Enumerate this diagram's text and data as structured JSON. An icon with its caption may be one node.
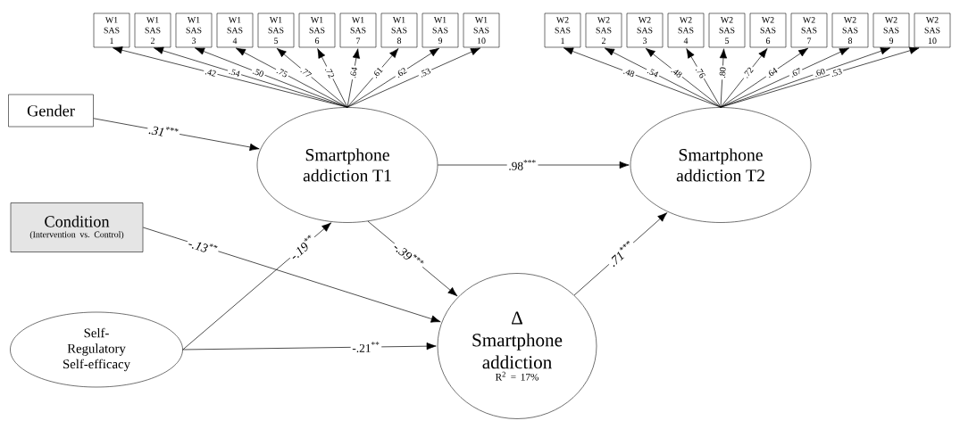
{
  "diagram": {
    "nodes": [
      {
        "text": [
          "W1 SAS 1"
        ]
      },
      {
        "text": [
          "W1 SAS 2"
        ]
      },
      {
        "text": [
          "W1 SAS 3"
        ]
      },
      {
        "text": [
          "W1 SAS 4"
        ]
      },
      {
        "text": [
          "W1 SAS 5"
        ]
      },
      {
        "text": [
          "W1 SAS 6"
        ]
      },
      {
        "text": [
          "W1 SAS 7"
        ]
      },
      {
        "text": [
          "W1 SAS 8"
        ]
      },
      {
        "text": [
          "W1 SAS 9"
        ]
      },
      {
        "text": [
          "W1 SAS 10"
        ]
      },
      {
        "text": [
          "W2 SAS 1"
        ]
      },
      {
        "text": [
          "W2 SAS 2"
        ]
      },
      {
        "text": [
          "W2 SAS 3"
        ]
      },
      {
        "text": [
          "W2 SAS 4"
        ]
      },
      {
        "text": [
          "W2 SAS 5"
        ]
      },
      {
        "text": [
          "W2 SAS 6"
        ]
      },
      {
        "text": [
          "W2 SAS 7"
        ]
      },
      {
        "text": [
          "W2 SAS 8"
        ]
      },
      {
        "text": [
          "W2 SAS 9"
        ]
      },
      {
        "text": [
          "W2 SAS 10"
        ]
      },
      {
        "text": [
          "Gender"
        ]
      },
      {
        "text": [
          "Smartphone addiction T1"
        ]
      },
      {
        "text": [
          "Smartphone addiction T2"
        ]
      },
      {
        "text": [
          "Condition",
          "(Intervention vs. Control)"
        ]
      },
      {
        "text": [
          "Self-Regulatory Self-efficacy"
        ]
      },
      {
        "text": [
          "Δ Smartphone addiction",
          "R$^{2}$ = 17%"
        ]
      }
    ],
    "edges": [
      {
        "from": 21,
        "to": 0,
        "arrow": "to",
        "label": ".42"
      },
      {
        "from": 21,
        "to": 1,
        "arrow": "to",
        "label": ".54"
      },
      {
        "from": 21,
        "to": 2,
        "arrow": "to",
        "label": ".50"
      },
      {
        "from": 21,
        "to": 3,
        "arrow": "to",
        "label": ".75"
      },
      {
        "from": 21,
        "to": 4,
        "arrow": "to",
        "label": ".77"
      },
      {
        "from": 21,
        "to": 5,
        "arrow": "to",
        "label": ".72"
      },
      {
        "from": 21,
        "to": 6,
        "arrow": "to",
        "label": ".64"
      },
      {
        "from": 21,
        "to": 7,
        "arrow": "to",
        "label": ".61"
      },
      {
        "from": 21,
        "to": 8,
        "arrow": "to",
        "label": ".62"
      },
      {
        "from": 21,
        "to": 9,
        "arrow": "to",
        "label": ".53"
      },
      {
        "from": 22,
        "to": 10,
        "arrow": "to",
        "label": ".48"
      },
      {
        "from": 22,
        "to": 11,
        "arrow": "to",
        "label": ".54"
      },
      {
        "from": 22,
        "to": 12,
        "arrow": "to",
        "label": ".48"
      },
      {
        "from": 22,
        "to": 13,
        "arrow": "to",
        "label": ".76"
      },
      {
        "from": 22,
        "to": 14,
        "arrow": "to",
        "label": ".80"
      },
      {
        "from": 22,
        "to": 15,
        "arrow": "to",
        "label": ".72"
      },
      {
        "from": 22,
        "to": 16,
        "arrow": "to",
        "label": ".64"
      },
      {
        "from": 22,
        "to": 17,
        "arrow": "to",
        "label": ".67"
      },
      {
        "from": 22,
        "to": 18,
        "arrow": "to",
        "label": ".60"
      },
      {
        "from": 22,
        "to": 19,
        "arrow": "to",
        "label": ".53"
      },
      {
        "from": 20,
        "to": 21,
        "arrow": "to",
        "label": ".31$^{***}$"
      },
      {
        "from": 21,
        "to": 22,
        "arrow": "to",
        "label": ".98$^{***}$"
      },
      {
        "from": 23,
        "to": 25,
        "arrow": "to",
        "label": "-.13$^{**}$"
      },
      {
        "from": 24,
        "to": 21,
        "arrow": "to",
        "label": "-.19$^{**}$"
      },
      {
        "from": 21,
        "to": 25,
        "arrow": "to",
        "label": "-.39$^{***}$"
      },
      {
        "from": 24,
        "to": 25,
        "arrow": "to",
        "label": "-.21$^{**}$"
      },
      {
        "from": 25,
        "to": 22,
        "arrow": "to",
        "label": ".71$^{***}$"
      }
    ]
  }
}
